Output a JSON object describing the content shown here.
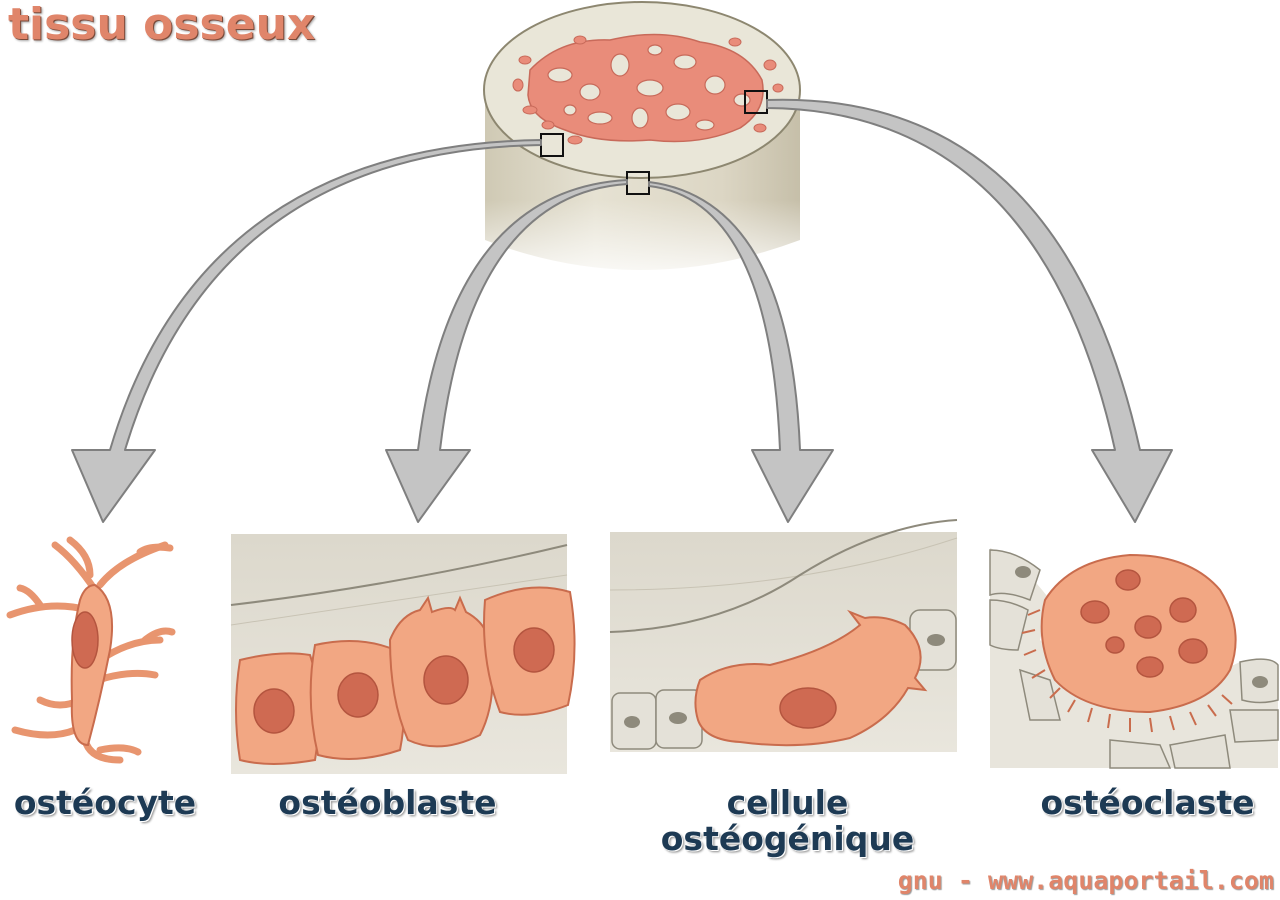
{
  "title": "tissu osseux",
  "labels": {
    "osteocyte": "ostéocyte",
    "osteoblast": "ostéoblaste",
    "osteogenic_line1": "cellule",
    "osteogenic_line2": "ostéogénique",
    "osteoclast": "ostéoclaste"
  },
  "credit": "gnu - www.aquaportail.com",
  "colors": {
    "title": "#e0856a",
    "label": "#1d3a54",
    "cell": "#f2a783",
    "nucleus": "#cf6a52",
    "bone": "#e8e4d6",
    "arrow": "#c4c4c4"
  }
}
